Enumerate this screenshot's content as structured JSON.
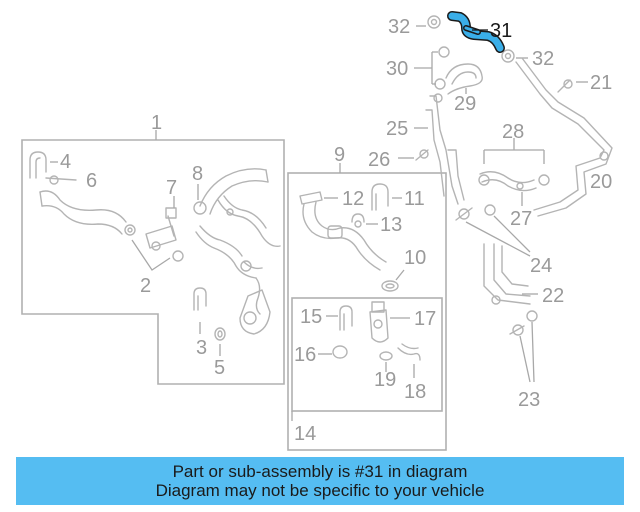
{
  "callouts": {
    "c1": "1",
    "c2": "2",
    "c3": "3",
    "c4": "4",
    "c5": "5",
    "c6": "6",
    "c7": "7",
    "c8": "8",
    "c9": "9",
    "c10": "10",
    "c11": "11",
    "c12": "12",
    "c13": "13",
    "c14": "14",
    "c15": "15",
    "c16": "16",
    "c17": "17",
    "c18": "18",
    "c19": "19",
    "c20": "20",
    "c21": "21",
    "c22": "22",
    "c23": "23",
    "c24": "24",
    "c25": "25",
    "c26": "26",
    "c27": "27",
    "c28": "28",
    "c29": "29",
    "c30": "30",
    "c31": "31",
    "c32a": "32",
    "c32b": "32"
  },
  "highlighted_part": "31",
  "colors": {
    "highlight": "#3aaee8",
    "banner": "#55bdf2",
    "lines": "#b4b4b4",
    "labels": "#9a9a9a"
  },
  "caption": {
    "line1": "Part or sub-assembly is #31 in diagram",
    "line2": "Diagram may not be specific to your vehicle"
  }
}
